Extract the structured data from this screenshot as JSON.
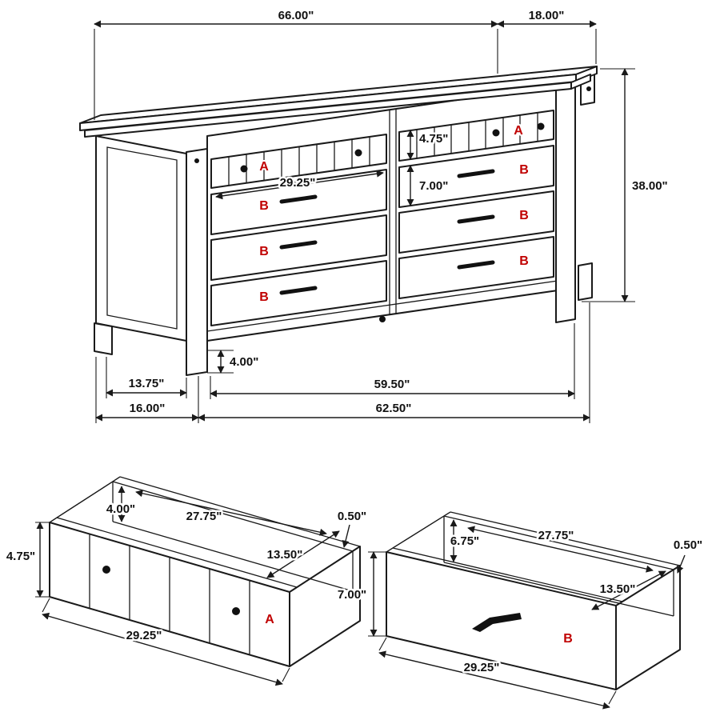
{
  "colors": {
    "line": "#1a1a1a",
    "accent": "#c00000"
  },
  "dresser": {
    "part_labels": {
      "a": "A",
      "b": "B"
    },
    "dims": {
      "top_length": "66.00\"",
      "top_depth": "18.00\"",
      "top_drawer_height": "4.75\"",
      "drawer_height": "7.00\"",
      "drawer_width": "29.25\"",
      "overall_height": "38.00\"",
      "leg_height": "4.00\"",
      "footprint_side": "13.75\"",
      "footprint_front": "59.50\"",
      "side_depth": "16.00\"",
      "floor_width": "62.50\""
    }
  },
  "drawer_a": {
    "label": "A",
    "dims": {
      "front_height": "4.75\"",
      "box_height": "4.00\"",
      "inner_width": "27.75\"",
      "wall_thickness": "0.50\"",
      "box_depth": "13.50\"",
      "front_width": "29.25\""
    }
  },
  "drawer_b": {
    "label": "B",
    "dims": {
      "front_height": "7.00\"",
      "box_height": "6.75\"",
      "inner_width": "27.75\"",
      "wall_thickness": "0.50\"",
      "box_depth": "13.50\"",
      "front_width": "29.25\""
    }
  }
}
